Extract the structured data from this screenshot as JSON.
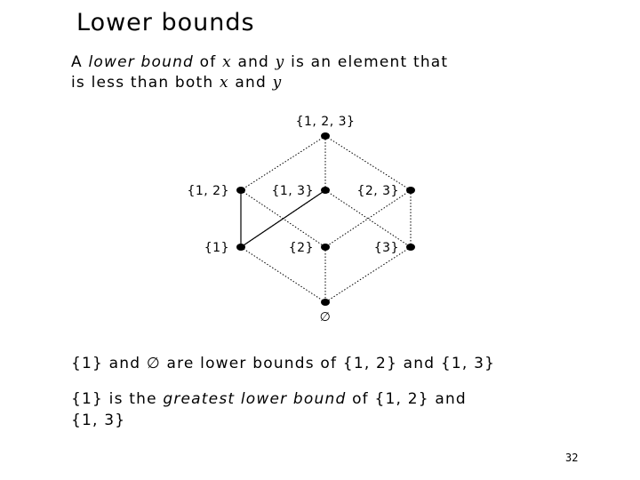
{
  "title": "Lower bounds",
  "intro": {
    "line1_a": "A ",
    "line1_term": "lower bound",
    "line1_b": " of ",
    "var_x": "x",
    "line1_c": " and ",
    "var_y": "y",
    "line1_d": " is an element that",
    "line2_a": "is less than both ",
    "line2_b": " and "
  },
  "diagram": {
    "nodes": {
      "top": "{1, 2, 3}",
      "n12": "{1, 2}",
      "n13": "{1, 3}",
      "n23": "{2, 3}",
      "n1": "{1}",
      "n2": "{2}",
      "n3": "{3}",
      "bottom": "∅"
    }
  },
  "example1": {
    "text_a": "{1} and ∅ are lower bounds of {1, 2} and {1, 3}"
  },
  "example2": {
    "a": "{1} is the ",
    "term": "greatest lower bound",
    "b": " of {1, 2} and",
    "line2": "{1, 3}"
  },
  "page_number": "32"
}
